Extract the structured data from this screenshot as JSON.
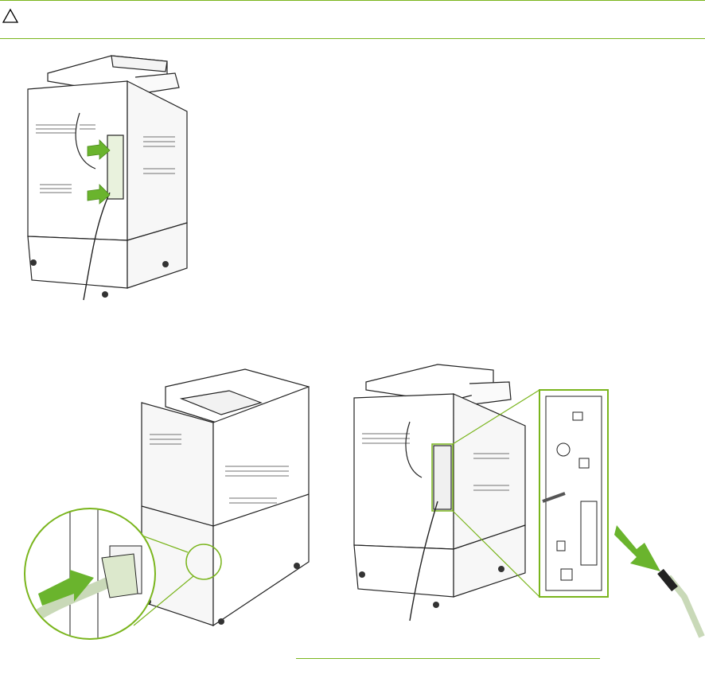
{
  "page": {
    "caution_icon": "warning-triangle-icon",
    "accent_color": "#7ab51d",
    "arrow_color": "#6ab42d"
  },
  "figures": [
    {
      "name": "rear-view-connectors",
      "icon": "printer-rear-icon"
    },
    {
      "name": "power-cord-connection",
      "icon": "power-plug-icon"
    },
    {
      "name": "network-cable-connection",
      "icon": "rj45-cable-icon"
    }
  ]
}
